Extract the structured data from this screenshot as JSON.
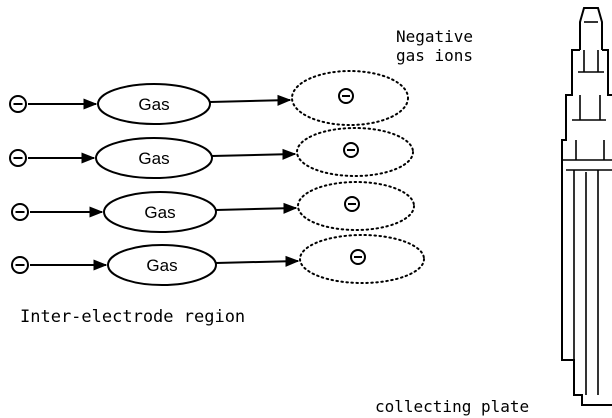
{
  "labels": {
    "negative_ions_line1": "Negative",
    "negative_ions_line2": "gas ions",
    "region": "Inter-electrode region",
    "plate": "collecting plate"
  },
  "rows": [
    {
      "electron": "⊖",
      "gas": "Gas",
      "ion": "⊖"
    },
    {
      "electron": "⊖",
      "gas": "Gas",
      "ion": "⊖"
    },
    {
      "electron": "⊖",
      "gas": "Gas",
      "ion": "⊖"
    },
    {
      "electron": "⊖",
      "gas": "Gas",
      "ion": "⊖"
    }
  ]
}
